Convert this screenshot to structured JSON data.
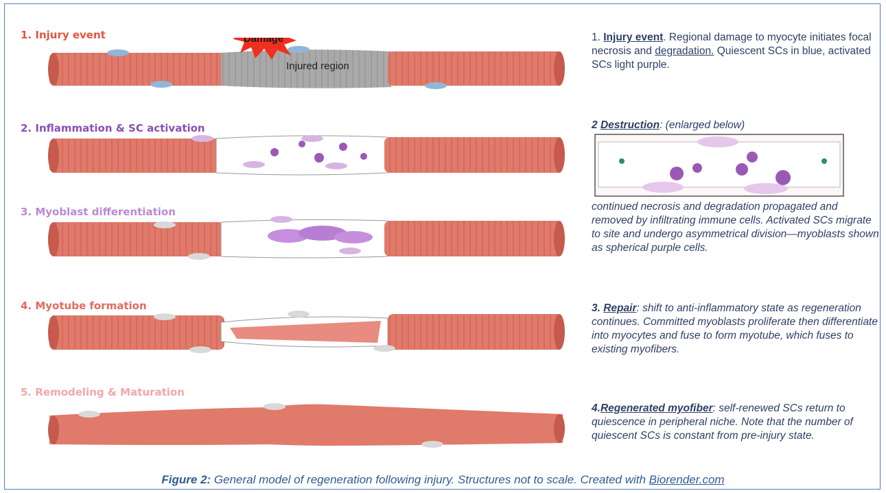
{
  "stages": [
    {
      "label": "1. Injury event",
      "color": "#e2553e"
    },
    {
      "label": "2. Inflammation & SC activation",
      "color": "#8a4fb4"
    },
    {
      "label": "3. Myoblast differentiation",
      "color": "#b98ad3"
    },
    {
      "label": "4. Myotube formation",
      "color": "#e46a60"
    },
    {
      "label": "5. Remodeling & Maturation",
      "color": "#f2a7a7"
    }
  ],
  "damage_label": "Damage",
  "injured_region_label": "Injured region",
  "descriptions": {
    "d1_num": "1. ",
    "d1_head": "Injury event",
    "d1_text_a": ". Regional damage to myocyte initiates focal necrosis and ",
    "d1_text_link": "degradation.",
    "d1_text_b": " Quiescent SCs in blue, activated SCs light purple.",
    "d2_num": "2 ",
    "d2_head": "Destruction",
    "d2_suffix": ": (enlarged below)",
    "d2_body": "continued necrosis and degradation propagated and removed by infiltrating immune cells. Activated SCs migrate to site and undergo asymmetrical division—myoblasts shown as spherical purple cells.",
    "d3_num": "3. ",
    "d3_head": "Repair",
    "d3_body": ": shift to anti-inflammatory state as regeneration continues. Committed myoblasts proliferate then differentiate into myocytes and fuse to form myotube, which fuses to existing myofibers.",
    "d4_num": "4.",
    "d4_head": "Regenerated myofiber",
    "d4_body": ": self-renewed SCs return to quiescence in peripheral niche. Note that the number of quiescent SCs is constant from pre-injury state."
  },
  "caption": {
    "label": "Figure 2:",
    "text": " General model of regeneration following injury. Structures not to scale. Created with ",
    "link": "Biorender.com"
  },
  "colors": {
    "fiber": "#e07a6a",
    "fiber_dark": "#c65a4c",
    "injured": "#a9a9a9",
    "quiescent_sc": "#8fb8d8",
    "activated_sc": "#d8b4e2",
    "immune": "#9b59b6",
    "text": "#2e3f66",
    "frame": "#4f7fc0"
  }
}
